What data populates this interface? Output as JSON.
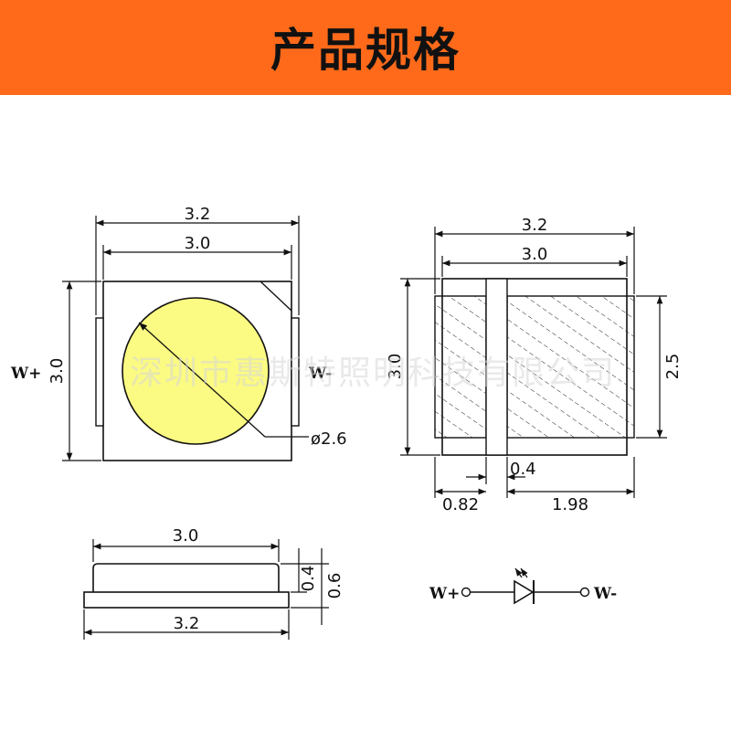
{
  "header": {
    "title": "产品规格"
  },
  "watermark": "深圳市惠斯特照明科技有限公司",
  "top_view": {
    "width_outer": "3.2",
    "width_inner": "3.0",
    "height": "3.0",
    "pin_plus": "W+",
    "pin_minus": "W-",
    "lens_diameter": "ø2.6",
    "lens_color": "#fbfa82"
  },
  "bottom_view": {
    "width_outer": "3.2",
    "width_inner": "3.0",
    "height": "3.0",
    "pad_height": "2.5",
    "gap": "0.4",
    "pad_left": "0.82",
    "pad_right": "1.98"
  },
  "side_view": {
    "width_top": "3.0",
    "width_bottom": "3.2",
    "height_body": "0.4",
    "height_total": "0.6"
  },
  "circuit": {
    "pin_plus": "W+",
    "pin_minus": "W-"
  }
}
